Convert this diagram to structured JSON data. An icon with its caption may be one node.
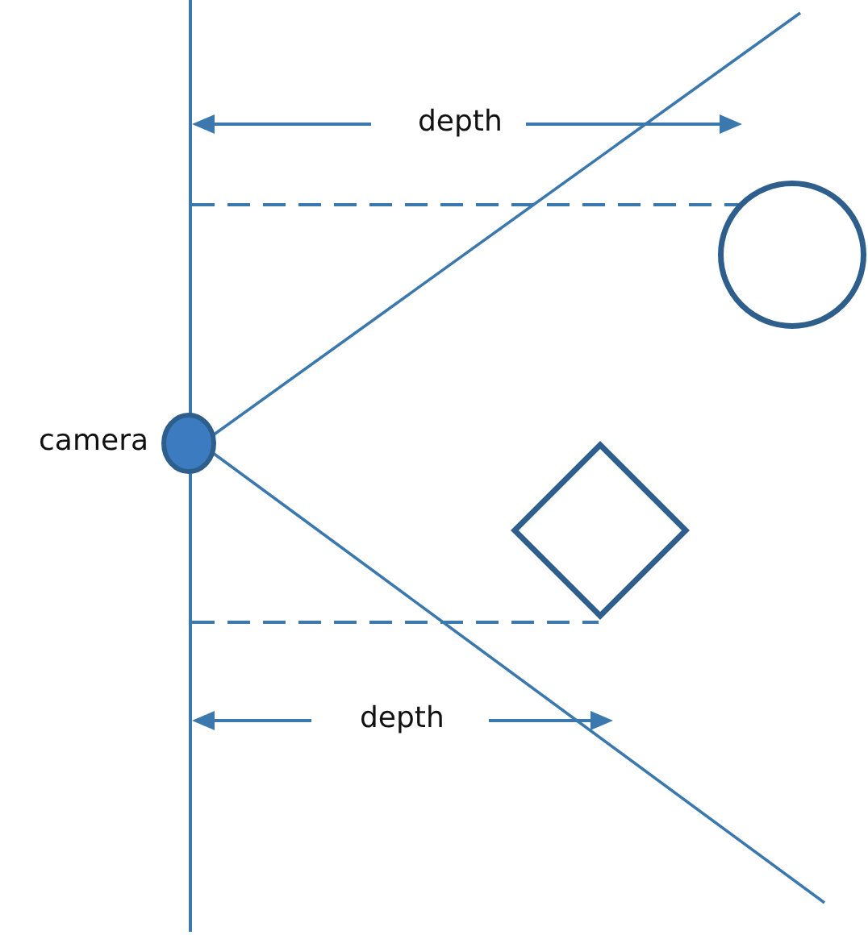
{
  "diagram": {
    "nodes": [
      {
        "text": [],
        "shape": "circle",
        "beside": [
          "camera"
        ]
      },
      {
        "text": [],
        "shape": "circle"
      },
      {
        "text": [],
        "shape": "diamond"
      }
    ],
    "labels": [
      "depth",
      "depth"
    ]
  }
}
